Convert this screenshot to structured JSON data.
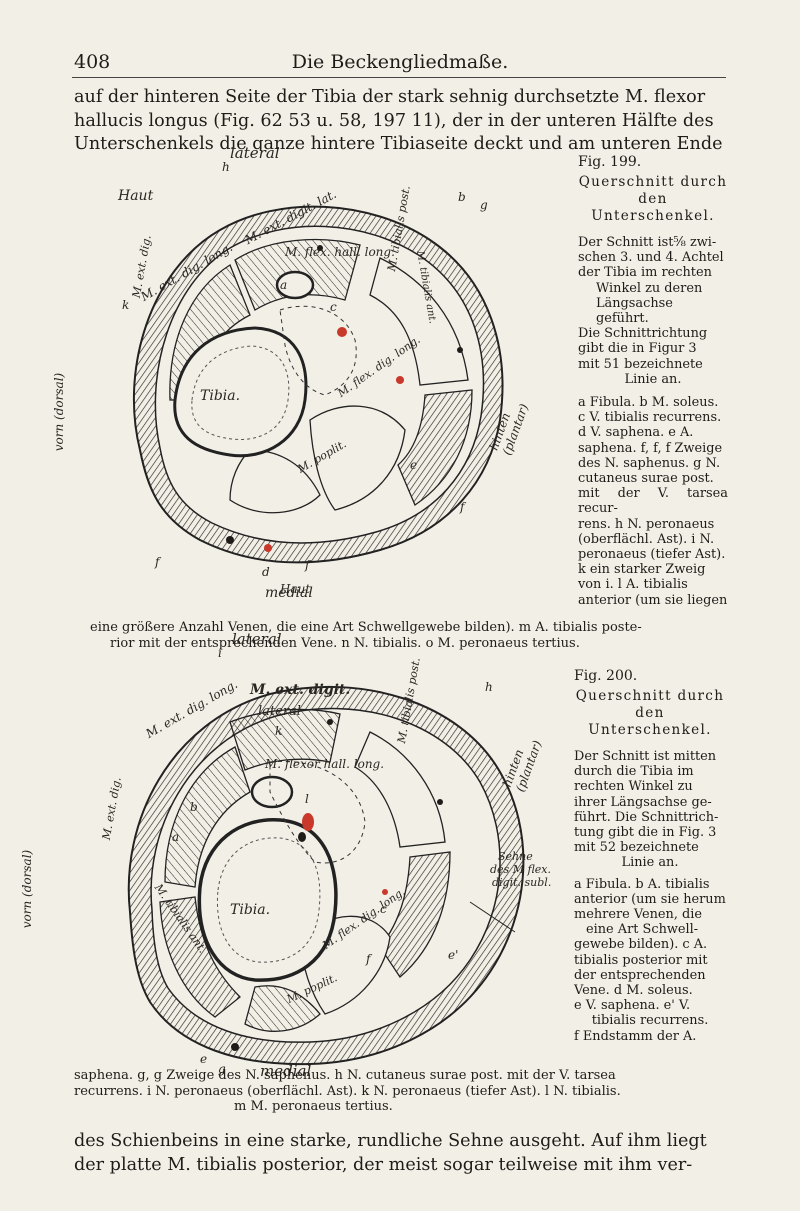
{
  "header": {
    "page_number": "408",
    "running_title": "Die Beckengliedmaße."
  },
  "intro_paragraph": {
    "lines": [
      "auf der hinteren Seite der Tibia der stark sehnig durchsetzte M. flexor",
      "hallucis longus (Fig. 62 53 u. 58, 197 11), der in der unteren Hälfte des",
      "Unterschenkels die ganze hintere Tibiaseite deckt und am unteren Ende"
    ]
  },
  "figure_199": {
    "label": "Fig. 199.",
    "subtitle": [
      "Querschnitt durch",
      "den",
      "Unterschenkel."
    ],
    "caption_lines": [
      "Der Schnitt ist⅝ zwi-",
      "schen 3. und 4. Achtel",
      "der Tibia im rechten",
      "Winkel zu deren",
      "Längsachse geführt.",
      "Die Schnittrichtung",
      "gibt die in Figur 3",
      "mit 51 bezeichnete",
      "Linie an.",
      "a Fibula. b M. soleus.",
      "c V. tibialis recurrens.",
      "d V. saphena. e A.",
      "saphena. f, f, f Zweige",
      "des N. saphenus. g N.",
      "cutaneus surae post.",
      "mit der V. tarsea recur-",
      "rens. h N. peronaeus",
      "(oberflächl. Ast). i N.",
      "peronaeus (tiefer Ast).",
      "k ein starker Zweig",
      "von i. l A. tibialis",
      "anterior (um sie liegen"
    ],
    "continuation": [
      "eine größere Anzahl Venen, die eine Art Schwellgewebe bilden). m A. tibialis poste-",
      "rior mit der entsprechenden Vene. n N. tibialis. o M. peronaeus tertius."
    ],
    "diagram_labels": {
      "lateral": "lateral",
      "medial": "medial",
      "tibia": "Tibia.",
      "haut_top": "Haut",
      "haut_bottom": "Haut",
      "m_ext_dig": "M. ext. dig.",
      "m_ext_digit_lat": "M. ext. digit. lat.",
      "m_ext_dig_long": "M. ext. dig. long.",
      "m_flex_hall": "M. flex. hall. long.",
      "m_tibialis_post": "M. tibialis post.",
      "m_flex_dig_long": "M. flex. dig. long.",
      "m_poplit": "M. poplit.",
      "m_tibialis_ant": "M. tibialis ant.",
      "vorn_dorsal": "vorn (dorsal)",
      "hinten_plantar": "hinten (plantar)",
      "letters": [
        "h",
        "b",
        "g",
        "a",
        "k",
        "e",
        "f",
        "d",
        "f",
        "f",
        "c"
      ]
    }
  },
  "figure_200": {
    "label": "Fig. 200.",
    "subtitle": [
      "Querschnitt durch",
      "den",
      "Unterschenkel."
    ],
    "caption_lines": [
      "Der Schnitt ist mitten",
      "durch die Tibia im",
      "rechten Winkel zu",
      "ihrer Längsachse ge-",
      "führt. Die Schnittrich-",
      "tung gibt die in Fig. 3",
      "mit 52 bezeichnete",
      "Linie an.",
      "a Fibula. b A. tibialis",
      "anterior (um sie herum",
      "mehrere Venen, die",
      "eine Art Schwell-",
      "gewebe bilden). c A.",
      "tibialis posterior mit",
      "der entsprechenden",
      "Vene. d M. soleus.",
      "e V. saphena. e' V.",
      "tibialis recurrens.",
      "f Endstamm der A."
    ],
    "continuation": [
      "saphena. g, g Zweige des N. saphenus. h N. cutaneus surae post. mit der V. tarsea",
      "recurrens. i N. peronaeus (oberflächl. Ast). k N. peronaeus (tiefer Ast). l N. tibialis.",
      "m M. peronaeus tertius."
    ],
    "diagram_labels": {
      "lateral": "lateral",
      "medial": "medial",
      "tibia": "Tibia.",
      "m_ext_digit": "M. ext. digit.",
      "m_ext_dig": "M. ext. dig.",
      "lateral_inner": "lateral",
      "m_flexor_hall": "M. flexor hall. long.",
      "m_ext_dig_long": "M. ext. dig. long.",
      "m_tibialis_ant": "M. tibialis ant.",
      "m_tibialis_post": "M. tibialis post.",
      "m_flex_dig_long": "M. flex. dig. long.",
      "m_poplit": "M. poplit.",
      "sehne": [
        "Sehne",
        "des M flex.",
        "digit. subl."
      ],
      "vorn_dorsal": "vorn (dorsal)",
      "hinten_plantar": "hinten (plantar)",
      "letters": [
        "i",
        "h",
        "b",
        "k",
        "a",
        "l",
        "c",
        "f",
        "e'",
        "e",
        "g"
      ]
    }
  },
  "closing_paragraph": {
    "lines": [
      "des Schienbeins in eine starke, rundliche Sehne ausgeht. Auf ihm liegt",
      "der platte M. tibialis posterior, der meist sogar teilweise mit ihm ver-"
    ]
  },
  "colors": {
    "paper": "#f2efe6",
    "ink": "#1e1c18",
    "artery_red": "#c8392b"
  }
}
